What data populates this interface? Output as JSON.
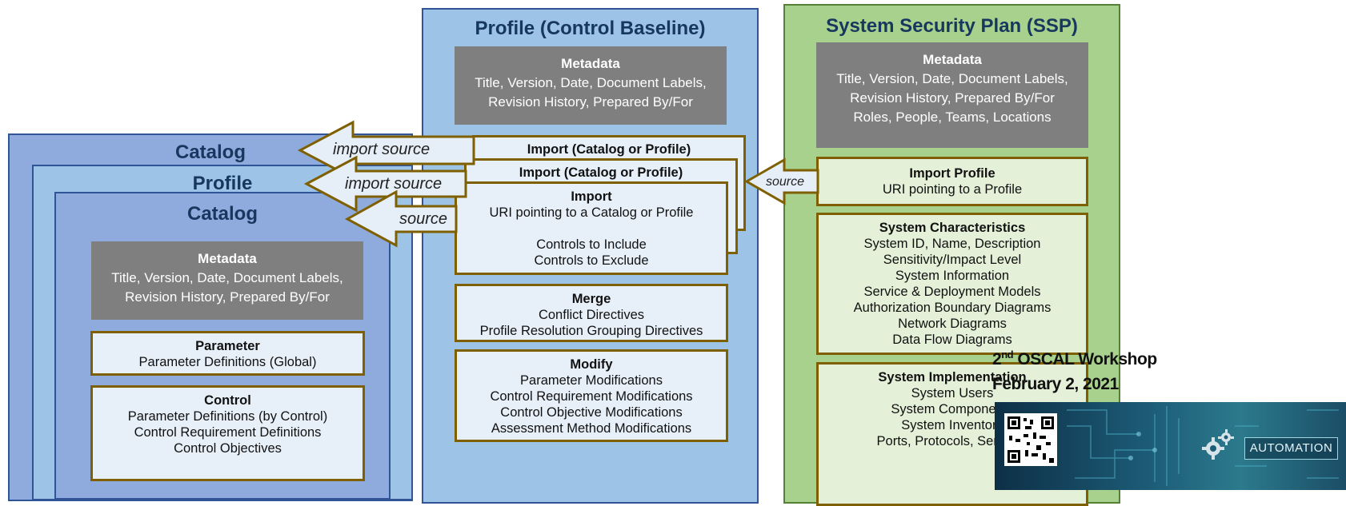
{
  "profile_column": {
    "title": "Profile (Control Baseline)",
    "metadata": {
      "heading": "Metadata",
      "lines": [
        "Title, Version, Date, Document Labels,",
        "Revision History, Prepared By/For"
      ]
    },
    "import_back2": "Import (Catalog or Profile)",
    "import_back1": "Import (Catalog or Profile)",
    "import_front": {
      "heading": "Import",
      "lines": [
        "URI pointing to a Catalog or Profile",
        "",
        "Controls to Include",
        "Controls to Exclude"
      ]
    },
    "merge": {
      "heading": "Merge",
      "lines": [
        "Conflict Directives",
        "Profile Resolution Grouping Directives"
      ]
    },
    "modify": {
      "heading": "Modify",
      "lines": [
        "Parameter Modifications",
        "Control Requirement Modifications",
        "Control Objective Modifications",
        "Assessment Method Modifications"
      ]
    }
  },
  "ssp_column": {
    "title": "System Security Plan (SSP)",
    "metadata": {
      "heading": "Metadata",
      "lines": [
        "Title, Version, Date, Document Labels,",
        "Revision History, Prepared By/For",
        "Roles, People, Teams, Locations"
      ]
    },
    "import_profile": {
      "heading": "Import Profile",
      "lines": [
        "URI pointing to a Profile"
      ]
    },
    "system_characteristics": {
      "heading": "System Characteristics",
      "lines": [
        "System ID, Name, Description",
        "Sensitivity/Impact Level",
        "System Information",
        "Service & Deployment Models",
        "Authorization Boundary Diagrams",
        "Network Diagrams",
        "Data Flow Diagrams"
      ]
    },
    "system_implementation": {
      "heading": "System Implementation",
      "lines": [
        "System Users",
        "System Components",
        "System Inventory",
        "Ports, Protocols, Services"
      ]
    }
  },
  "catalog_stack": {
    "outer_title": "Catalog",
    "middle_title": "Profile",
    "inner_title": "Catalog",
    "metadata": {
      "heading": "Metadata",
      "lines": [
        "Title, Version, Date, Document Labels,",
        "Revision History, Prepared By/For"
      ]
    },
    "parameter": {
      "heading": "Parameter",
      "lines": [
        "Parameter Definitions (Global)"
      ]
    },
    "control": {
      "heading": "Control",
      "lines": [
        "Parameter Definitions (by Control)",
        "Control Requirement Definitions",
        "Control Objectives"
      ]
    }
  },
  "arrows": {
    "import_source_1": "import source",
    "import_source_2": "import source",
    "source_left": "source",
    "source_right": "source"
  },
  "workshop": {
    "title_num": "2",
    "title_sup": "nd",
    "title_rest": " OSCAL Workshop",
    "date": "February 2, 2021",
    "banner_label": "AUTOMATION"
  },
  "colors": {
    "catalog_fill": "#8faadc",
    "profile_fill": "#9dc3e6",
    "ssp_fill": "#a9d18e",
    "metadata_fill": "#7f7f7f",
    "box_border": "#7f6000",
    "arrow_fill": "#e6eef8"
  }
}
